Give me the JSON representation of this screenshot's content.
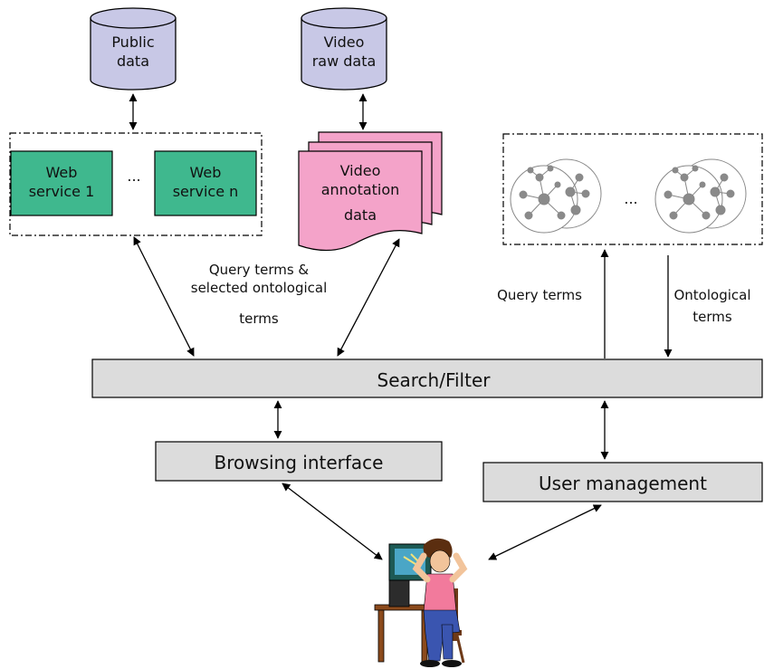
{
  "colors": {
    "cylinder_fill": "#c8c8e6",
    "web_service_fill": "#3fb88e",
    "annotation_fill": "#f4a3c9",
    "bar_fill": "#dcdcdc",
    "stroke": "#000000"
  },
  "databases": {
    "public": {
      "line1": "Public",
      "line2": "data"
    },
    "video_raw": {
      "line1": "Video",
      "line2": "raw data"
    }
  },
  "web_services": {
    "service1": {
      "line1": "Web",
      "line2": "service 1"
    },
    "ellipsis": "...",
    "service_n": {
      "line1": "Web",
      "line2": "service n"
    }
  },
  "video_annotation": {
    "line1": "Video",
    "line2": "annotation",
    "line3": "data"
  },
  "ontologies": {
    "ellipsis": "...",
    "icon": "ontology-graph-icon"
  },
  "flow_labels": {
    "query_selected": {
      "line1": "Query terms &",
      "line2": "selected ontological",
      "line3": "terms"
    },
    "query_terms": "Query terms",
    "ontological": {
      "line1": "Ontological",
      "line2": "terms"
    }
  },
  "components": {
    "search_filter": "Search/Filter",
    "browsing_interface": "Browsing interface",
    "user_management": "User management"
  },
  "user": {
    "icon": "user-at-computer-icon"
  }
}
